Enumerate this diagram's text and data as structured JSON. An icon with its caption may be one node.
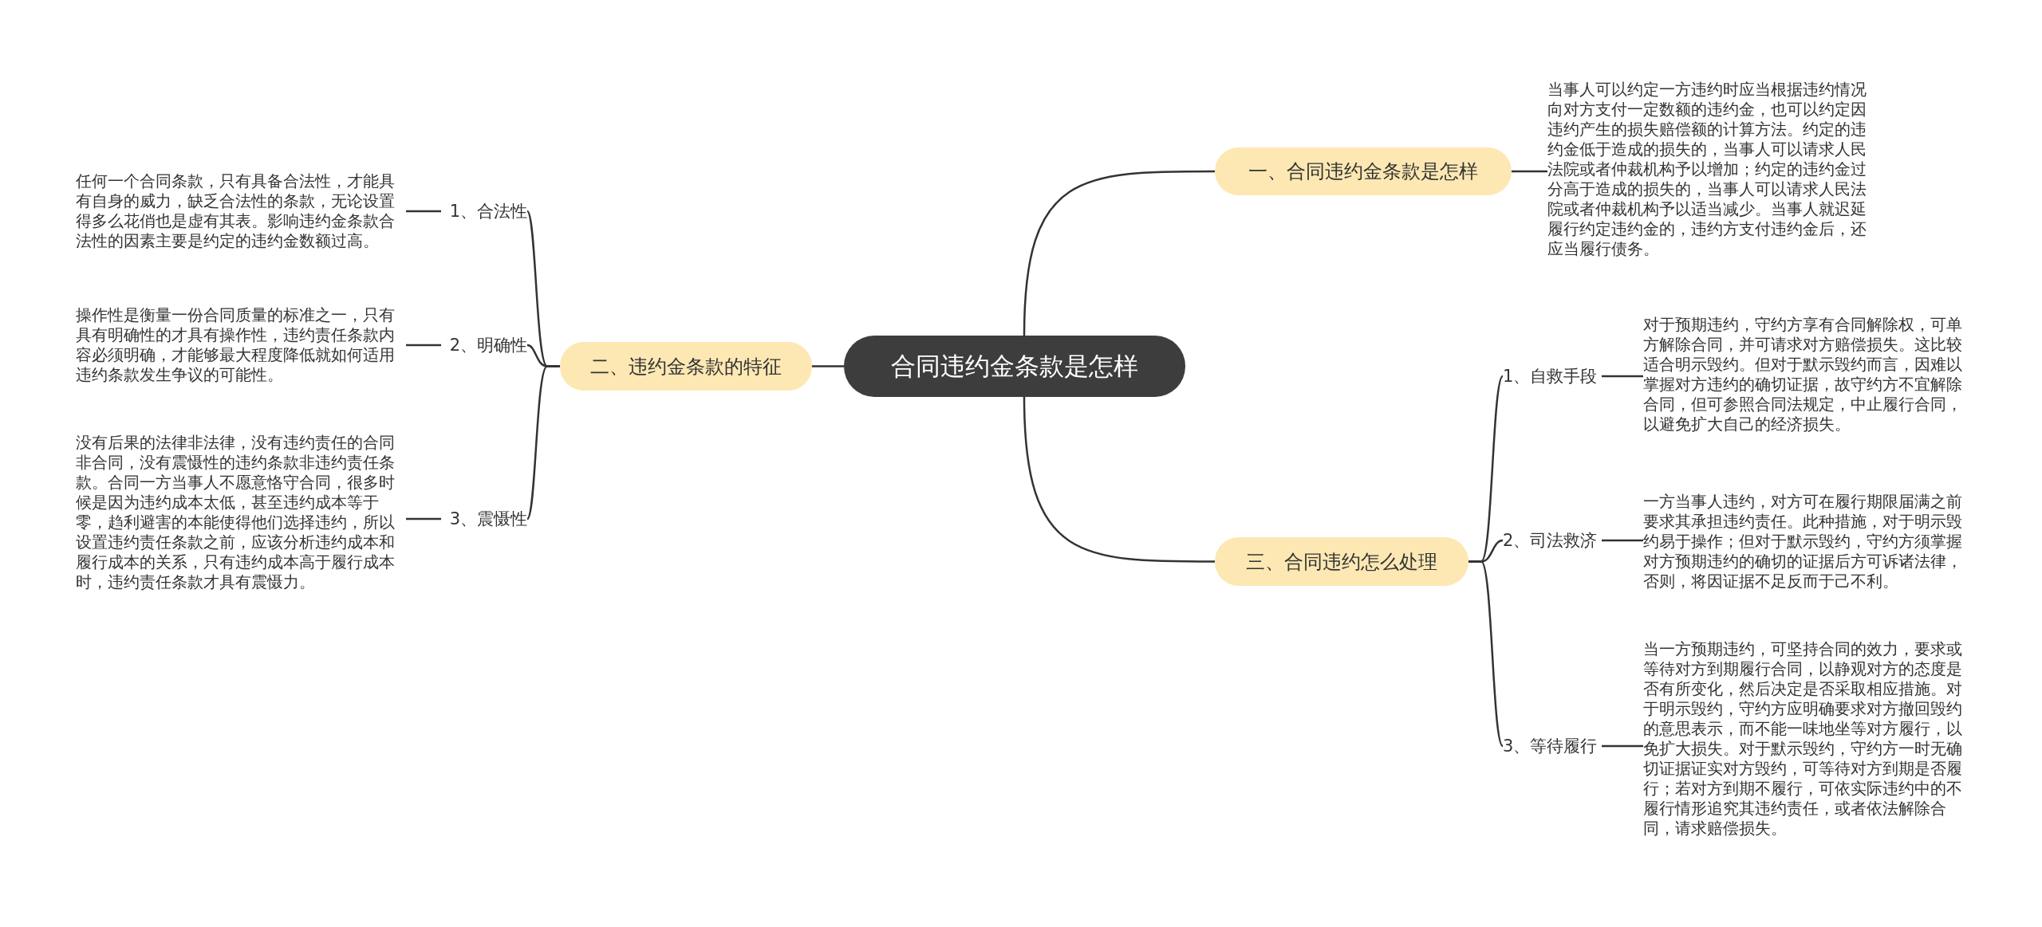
{
  "diagram": {
    "nodes": [
      {
        "text": [
          "合同违约金条款是怎样"
        ]
      },
      {
        "text": [
          "一、合同违约金条款是怎样"
        ]
      },
      {
        "text": [
          "当事人可以约定一方违约时应当根据违约情况向对方支付一定数额的违约金，也可以约定因违约产生的损失赔偿额的计算方法。约定的违约金低于造成的损失的，当事人可以请求人民法院或者仲裁机构予以增加；约定的违约金过分高于造成的损失的，当事人可以请求人民法院或者仲裁机构予以适当减少。当事人就迟延履行约定违约金的，违约方支付违约金后，还应当履行债务。"
        ]
      },
      {
        "text": [
          "二、违约金条款的特征"
        ]
      },
      {
        "text": [
          "1、合法性"
        ]
      },
      {
        "text": [
          "任何一个合同条款，只有具备合法性，才能具有自身的威力，缺乏合法性的条款，无论设置得多么花俏也是虚有其表。影响违约金条款合法性的因素主要是约定的违约金数额过高。"
        ]
      },
      {
        "text": [
          "2、明确性"
        ]
      },
      {
        "text": [
          "操作性是衡量一份合同质量的标准之一，只有具有明确性的才具有操作性，违约责任条款内容必须明确，才能够最大程度降低就如何适用违约条款发生争议的可能性。"
        ]
      },
      {
        "text": [
          "3、震慑性"
        ]
      },
      {
        "text": [
          "没有后果的法律非法律，没有违约责任的合同非合同，没有震慑性的违约条款非违约责任条款。合同一方当事人不愿意恪守合同，很多时候是因为违约成本太低，甚至违约成本等于零，趋利避害的本能使得他们选择违约，所以设置违约责任条款之前，应该分析违约成本和履行成本的关系，只有违约成本高于履行成本时，违约责任条款才具有震慑力。"
        ]
      },
      {
        "text": [
          "三、合同违约怎么处理"
        ]
      },
      {
        "text": [
          "1、自救手段"
        ]
      },
      {
        "text": [
          "对于预期违约，守约方享有合同解除权，可单方解除合同，并可请求对方赔偿损失。这比较适合明示毁约。但对于默示毁约而言，因难以掌握对方违约的确切证据，故守约方不宜解除合同，但可参照合同法规定，中止履行合同，以避免扩大自己的经济损失。"
        ]
      },
      {
        "text": [
          "2、司法救济"
        ]
      },
      {
        "text": [
          "一方当事人违约，对方可在履行期限届满之前要求其承担违约责任。此种措施，对于明示毁约易于操作；但对于默示毁约，守约方须掌握对方预期违约的确切的证据后方可诉诸法律，否则，将因证据不足反而于己不利。"
        ]
      },
      {
        "text": [
          "3、等待履行"
        ]
      },
      {
        "text": [
          "当一方预期违约，可坚持合同的效力，要求或等待对方到期履行合同，以静观对方的态度是否有所变化，然后决定是否采取相应措施。对于明示毁约，守约方应明确要求对方撤回毁约的意思表示，而不能一味地坐等对方履行，以免扩大损失。对于默示毁约，守约方一时无确切证据证实对方毁约，可等待对方到期是否履行；若对方到期不履行，可依实际违约中的不履行情形追究其违约责任，或者依法解除合同，请求赔偿损失。"
        ]
      }
    ],
    "edges": [
      {
        "from": 0,
        "to": 1,
        "arrow": "none"
      },
      {
        "from": 1,
        "to": 2,
        "arrow": "none"
      },
      {
        "from": 0,
        "to": 3,
        "arrow": "none"
      },
      {
        "from": 3,
        "to": 4,
        "arrow": "none"
      },
      {
        "from": 4,
        "to": 5,
        "arrow": "none"
      },
      {
        "from": 3,
        "to": 6,
        "arrow": "none"
      },
      {
        "from": 6,
        "to": 7,
        "arrow": "none"
      },
      {
        "from": 3,
        "to": 8,
        "arrow": "none"
      },
      {
        "from": 8,
        "to": 9,
        "arrow": "none"
      },
      {
        "from": 0,
        "to": 10,
        "arrow": "none"
      },
      {
        "from": 10,
        "to": 11,
        "arrow": "none"
      },
      {
        "from": 11,
        "to": 12,
        "arrow": "none"
      },
      {
        "from": 10,
        "to": 13,
        "arrow": "none"
      },
      {
        "from": 13,
        "to": 14,
        "arrow": "none"
      },
      {
        "from": 10,
        "to": 15,
        "arrow": "none"
      },
      {
        "from": 15,
        "to": 16,
        "arrow": "none"
      }
    ]
  }
}
